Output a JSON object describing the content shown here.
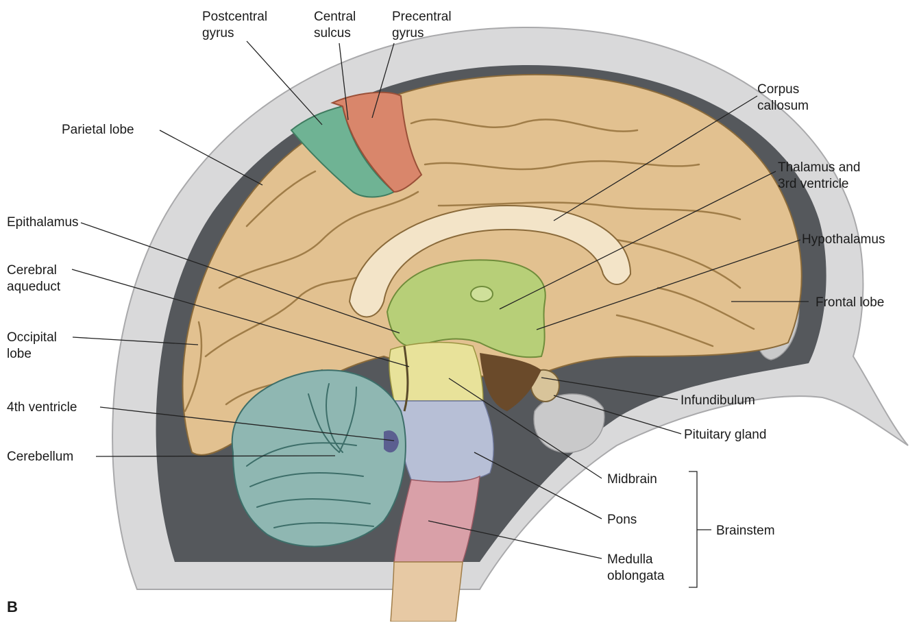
{
  "panel_letter": "B",
  "labels": {
    "postcentral_gyrus": [
      "Postcentral",
      "gyrus"
    ],
    "central_sulcus": [
      "Central",
      "sulcus"
    ],
    "precentral_gyrus": [
      "Precentral",
      "gyrus"
    ],
    "corpus_callosum": [
      "Corpus",
      "callosum"
    ],
    "parietal_lobe": [
      "Parietal lobe"
    ],
    "thalamus_3rd_ventricle": [
      "Thalamus and",
      "3rd ventricle"
    ],
    "epithalamus": [
      "Epithalamus"
    ],
    "hypothalamus": [
      "Hypothalamus"
    ],
    "cerebral_aqueduct": [
      "Cerebral",
      "aqueduct"
    ],
    "frontal_lobe": [
      "Frontal lobe"
    ],
    "occipital_lobe": [
      "Occipital",
      "lobe"
    ],
    "infundibulum": [
      "Infundibulum"
    ],
    "fourth_ventricle": [
      "4th ventricle"
    ],
    "pituitary_gland": [
      "Pituitary gland"
    ],
    "cerebellum": [
      "Cerebellum"
    ],
    "midbrain": [
      "Midbrain"
    ],
    "pons": [
      "Pons"
    ],
    "brainstem": [
      "Brainstem"
    ],
    "medulla_oblongata": [
      "Medulla",
      "oblongata"
    ]
  },
  "colors": {
    "skull": "#d9d9da",
    "dura": "#55585c",
    "cerebrum": "#e2c190",
    "cerebrum_light": "#f3e4c8",
    "postcentral": "#6fb394",
    "precentral": "#d9866b",
    "diencephalon": "#b7cf78",
    "midbrain": "#e8e29a",
    "pons": "#b7bfd6",
    "medulla": "#d9a0a8",
    "cord": "#e7c9a4",
    "cerebellum": "#8fb7b2",
    "ventricle": "#6a4a2a"
  }
}
